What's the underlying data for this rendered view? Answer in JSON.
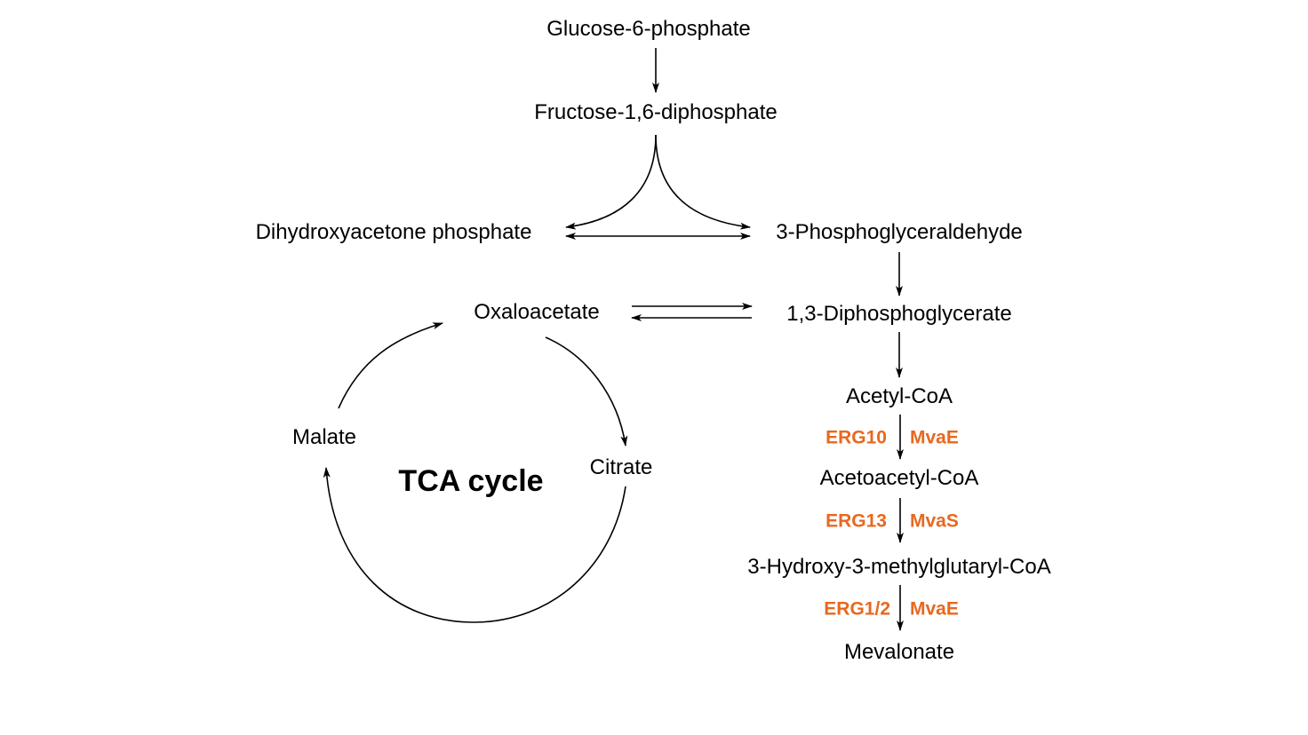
{
  "diagram": {
    "type": "metabolic-pathway",
    "colors": {
      "text": "#000000",
      "enzyme": "#e8681f",
      "arrow": "#000000"
    },
    "metabolites": {
      "glucose6p": "Glucose-6-phosphate",
      "fructose16dp": "Fructose-1,6-diphosphate",
      "dhap": "Dihydroxyacetone phosphate",
      "g3p": "3-Phosphoglyceraldehyde",
      "bpg13": "1,3-Diphosphoglycerate",
      "oxaloacetate": "Oxaloacetate",
      "acetylcoa": "Acetyl-CoA",
      "acetoacetylcoa": "Acetoacetyl-CoA",
      "hmgcoa": "3-Hydroxy-3-methylglutaryl-CoA",
      "mevalonate": "Mevalonate",
      "malate": "Malate",
      "citrate": "Citrate"
    },
    "cycle_title": "TCA cycle",
    "enzymes": [
      {
        "step": "Acetyl-CoA → Acetoacetyl-CoA",
        "yeast": "ERG10",
        "bacterial": "MvaE"
      },
      {
        "step": "Acetoacetyl-CoA → 3-Hydroxy-3-methylglutaryl-CoA",
        "yeast": "ERG13",
        "bacterial": "MvaS"
      },
      {
        "step": "3-Hydroxy-3-methylglutaryl-CoA → Mevalonate",
        "yeast": "ERG1/2",
        "bacterial": "MvaE"
      }
    ],
    "edges": [
      {
        "from": "Glucose-6-phosphate",
        "to": "Fructose-1,6-diphosphate",
        "kind": "forward"
      },
      {
        "from": "Fructose-1,6-diphosphate",
        "to": "Dihydroxyacetone phosphate",
        "kind": "forward"
      },
      {
        "from": "Fructose-1,6-diphosphate",
        "to": "3-Phosphoglyceraldehyde",
        "kind": "forward"
      },
      {
        "from": "Dihydroxyacetone phosphate",
        "to": "3-Phosphoglyceraldehyde",
        "kind": "reversible"
      },
      {
        "from": "3-Phosphoglyceraldehyde",
        "to": "1,3-Diphosphoglycerate",
        "kind": "forward"
      },
      {
        "from": "Oxaloacetate",
        "to": "1,3-Diphosphoglycerate",
        "kind": "equilibrium"
      },
      {
        "from": "1,3-Diphosphoglycerate",
        "to": "Acetyl-CoA",
        "kind": "forward"
      },
      {
        "from": "Acetyl-CoA",
        "to": "Acetoacetyl-CoA",
        "kind": "forward"
      },
      {
        "from": "Acetoacetyl-CoA",
        "to": "3-Hydroxy-3-methylglutaryl-CoA",
        "kind": "forward"
      },
      {
        "from": "3-Hydroxy-3-methylglutaryl-CoA",
        "to": "Mevalonate",
        "kind": "forward"
      },
      {
        "from": "Oxaloacetate",
        "to": "Citrate",
        "kind": "forward"
      },
      {
        "from": "Citrate",
        "to": "Malate",
        "kind": "forward"
      },
      {
        "from": "Malate",
        "to": "Oxaloacetate",
        "kind": "forward"
      }
    ]
  }
}
